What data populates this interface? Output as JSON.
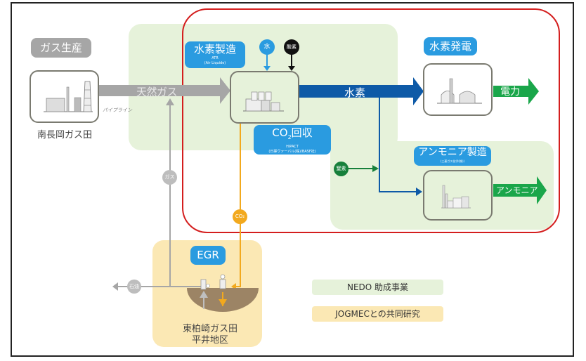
{
  "diagram": {
    "gas_production": {
      "label": "ガス生産",
      "site": "南長岡ガス田",
      "pipeline_label": "パイプライン"
    },
    "natural_gas_flow": "天然ガス",
    "hydrogen_production": {
      "label": "水素製造",
      "company_line1": "ATR",
      "company_line2": "(Air Liquide)",
      "inputs": [
        {
          "label": "水",
          "color": "#2a9be0"
        },
        {
          "label": "酸素",
          "color": "#111111"
        }
      ]
    },
    "co2_capture": {
      "label_prefix": "CO",
      "label_sub": "2",
      "label_suffix": "回収",
      "company_line1": "HiPACT",
      "company_line2": "(日揮ヴァーバル(株)/BASF社)"
    },
    "hydrogen_flow": "水素",
    "hydrogen_power": {
      "label": "水素発電",
      "output": "電力"
    },
    "ammonia_production": {
      "label": "アンモニア製造",
      "company": "(三菱ガス化学(株))",
      "input": "窒素",
      "output": "アンモニア"
    },
    "gas_return": "ガス",
    "co2_flow": "CO₂",
    "egr": {
      "label": "EGR",
      "oil_output": "石油",
      "site_line1": "東柏崎ガス田",
      "site_line2": "平井地区"
    },
    "legend": [
      {
        "label": "NEDO 助成事業",
        "color": "#e6f2da"
      },
      {
        "label": "JOGMECとの共同研究",
        "color": "#fbe8b4"
      }
    ],
    "colors": {
      "gas": "#a6a6a6",
      "hydrogen": "#0e5aa7",
      "electricity": "#1aa64a",
      "co2": "#f2a91e",
      "nitrogen": "#17803b",
      "highlight_border": "#d41e1e"
    }
  }
}
